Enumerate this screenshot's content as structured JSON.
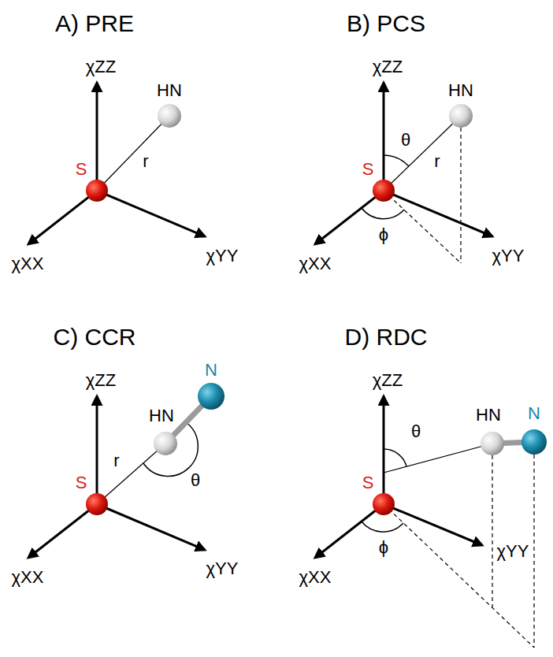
{
  "diagram": {
    "labels": [
      "A) PRE",
      "χZZ",
      "HN",
      "r",
      "S",
      "χYY",
      "χXX",
      "B) PCS",
      "χZZ",
      "θ",
      "HN",
      "r",
      "S",
      "χYY",
      "ϕ",
      "χXX",
      "C) CCR",
      "χZZ",
      "N",
      "HN",
      "r",
      "θ",
      "S",
      "χYY",
      "χXX",
      "D) RDC",
      "χZZ",
      "θ",
      "HN",
      "N",
      "S",
      "χYY",
      "ϕ",
      "χXX"
    ]
  }
}
